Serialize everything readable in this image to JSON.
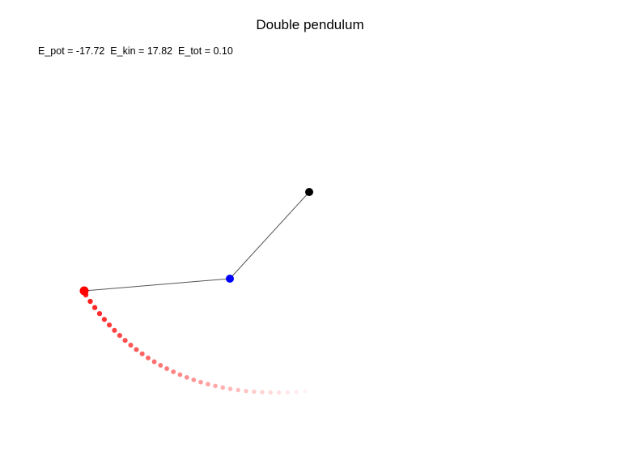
{
  "window": {
    "title": "Double pendulum"
  },
  "readout": {
    "text": "E_pot = -17.72  E_kin = 17.82  E_tot = 0.10",
    "E_pot": -17.72,
    "E_kin": 17.82,
    "E_tot": 0.1
  },
  "colors": {
    "background": "#ffffff",
    "pivot": "#000000",
    "first_bob": "#0000ff",
    "second_bob": "#ff0000",
    "rod": "#555555",
    "trail": "#ff0000"
  }
}
